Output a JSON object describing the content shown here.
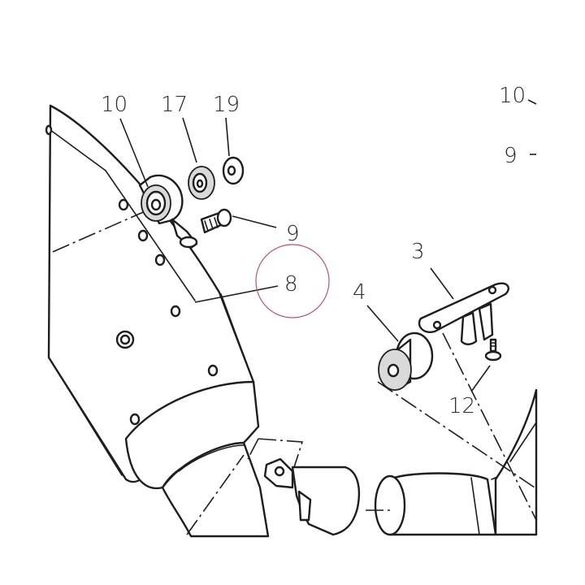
{
  "callouts": [
    {
      "id": "c10a",
      "text": "10"
    },
    {
      "id": "c17",
      "text": "17"
    },
    {
      "id": "c19",
      "text": "19"
    },
    {
      "id": "c9a",
      "text": "9"
    },
    {
      "id": "c8",
      "text": "8"
    },
    {
      "id": "c3",
      "text": "3"
    },
    {
      "id": "c4",
      "text": "4"
    },
    {
      "id": "c12",
      "text": "12"
    },
    {
      "id": "c10b",
      "text": "10"
    },
    {
      "id": "c9b",
      "text": "9"
    }
  ],
  "highlight_color": "#c0506a"
}
